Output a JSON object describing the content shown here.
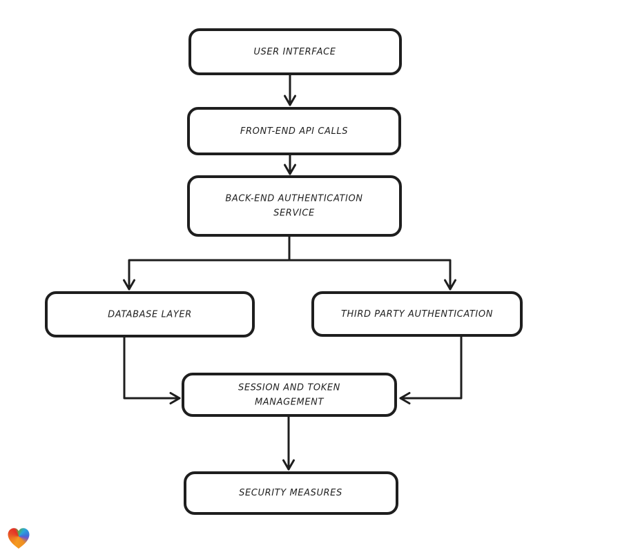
{
  "page": {
    "background_color": "#ffffff"
  },
  "diagram": {
    "style": "hand-drawn-flowchart",
    "stroke_color": "#1e1e1e",
    "text_color": "#1f1f1f",
    "node_fill_color": "#ffffff",
    "nodes": {
      "user_interface": {
        "label": "USER INTERFACE"
      },
      "front_end_api_calls": {
        "label": "FRONT-END API CALLS"
      },
      "back_end_auth_service": {
        "label_line1": "BACK-END AUTHENTICATION",
        "label_line2": "SERVICE"
      },
      "database_layer": {
        "label": "DATABASE LAYER"
      },
      "third_party_auth": {
        "label": "THIRD PARTY AUTHENTICATION"
      },
      "session_token_mgmt": {
        "label_line1": "SESSION AND TOKEN",
        "label_line2": "MANAGEMENT"
      },
      "security_measures": {
        "label": "SECURITY MEASURES"
      }
    },
    "edges": [
      {
        "from": "user_interface",
        "to": "front_end_api_calls"
      },
      {
        "from": "front_end_api_calls",
        "to": "back_end_auth_service"
      },
      {
        "from": "back_end_auth_service",
        "to": "database_layer"
      },
      {
        "from": "back_end_auth_service",
        "to": "third_party_auth"
      },
      {
        "from": "database_layer",
        "to": "session_token_mgmt"
      },
      {
        "from": "third_party_auth",
        "to": "session_token_mgmt"
      },
      {
        "from": "session_token_mgmt",
        "to": "security_measures"
      }
    ]
  },
  "logo": {
    "shape": "heart",
    "colors": {
      "red": "#e42f26",
      "green": "#56b04a",
      "blue": "#3f6fd8",
      "cyan": "#2aa5dc",
      "orange": "#f59a1f"
    }
  }
}
